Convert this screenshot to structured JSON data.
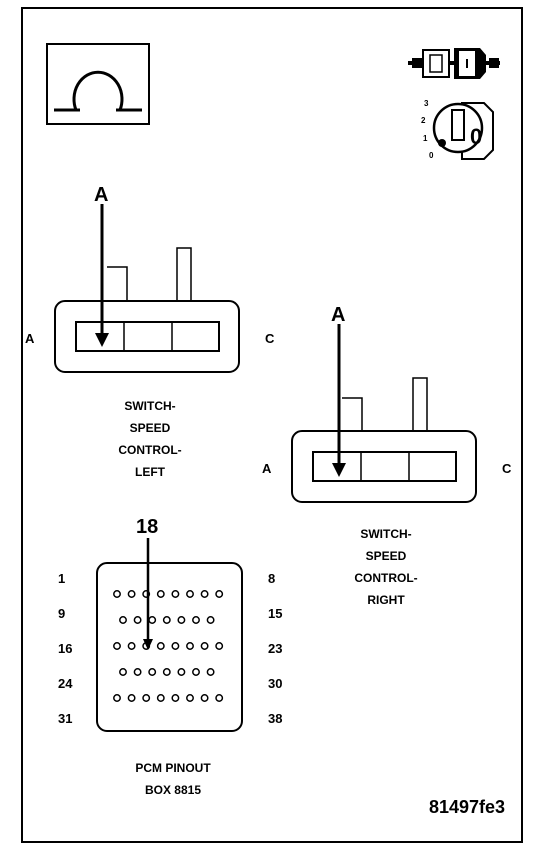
{
  "left_switch": {
    "pin_letter": "A",
    "side_left": "A",
    "side_right": "C",
    "caption": [
      "SWITCH-",
      "SPEED",
      "CONTROL-",
      "LEFT"
    ]
  },
  "right_switch": {
    "pin_letter": "A",
    "side_left": "A",
    "side_right": "C",
    "caption": [
      "SWITCH-",
      "SPEED",
      "CONTROL-",
      "RIGHT"
    ]
  },
  "pcm": {
    "pin_number": "18",
    "row_labels_left": [
      "1",
      "9",
      "16",
      "24",
      "31"
    ],
    "row_labels_right": [
      "8",
      "15",
      "23",
      "30",
      "38"
    ],
    "caption": [
      "PCM PINOUT",
      "BOX 8815"
    ]
  },
  "ignition_key": {
    "positions": [
      "3",
      "2",
      "1",
      "0"
    ],
    "key_label": "0"
  },
  "ohmmeter_icon": "omega-symbol-icon",
  "figure_id": "81497fe3"
}
